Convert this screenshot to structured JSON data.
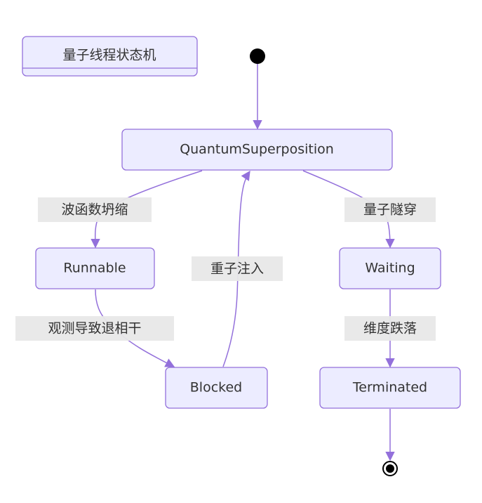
{
  "diagram": {
    "note_title": "量子线程状态机",
    "states": {
      "superposition": "QuantumSuperposition",
      "runnable": "Runnable",
      "waiting": "Waiting",
      "blocked": "Blocked",
      "terminated": "Terminated"
    },
    "transitions": {
      "collapse": "波函数坍缩",
      "tunneling": "量子隧穿",
      "decoherence": "观测导致退相干",
      "reinjection": "重子注入",
      "dimension_drop": "维度跌落"
    },
    "colors": {
      "state_fill": "#ECECFF",
      "state_border": "#9370DB",
      "edge": "#9370DB",
      "label_bg": "#e8e8e8",
      "text": "#333333"
    }
  }
}
